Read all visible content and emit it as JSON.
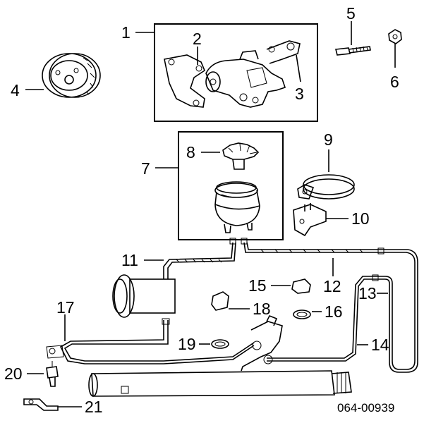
{
  "diagram": {
    "callouts": [
      "1",
      "2",
      "3",
      "4",
      "5",
      "6",
      "7",
      "8",
      "9",
      "10",
      "11",
      "12",
      "13",
      "14",
      "15",
      "16",
      "17",
      "18",
      "19",
      "20",
      "21"
    ],
    "code": "064-00939"
  }
}
